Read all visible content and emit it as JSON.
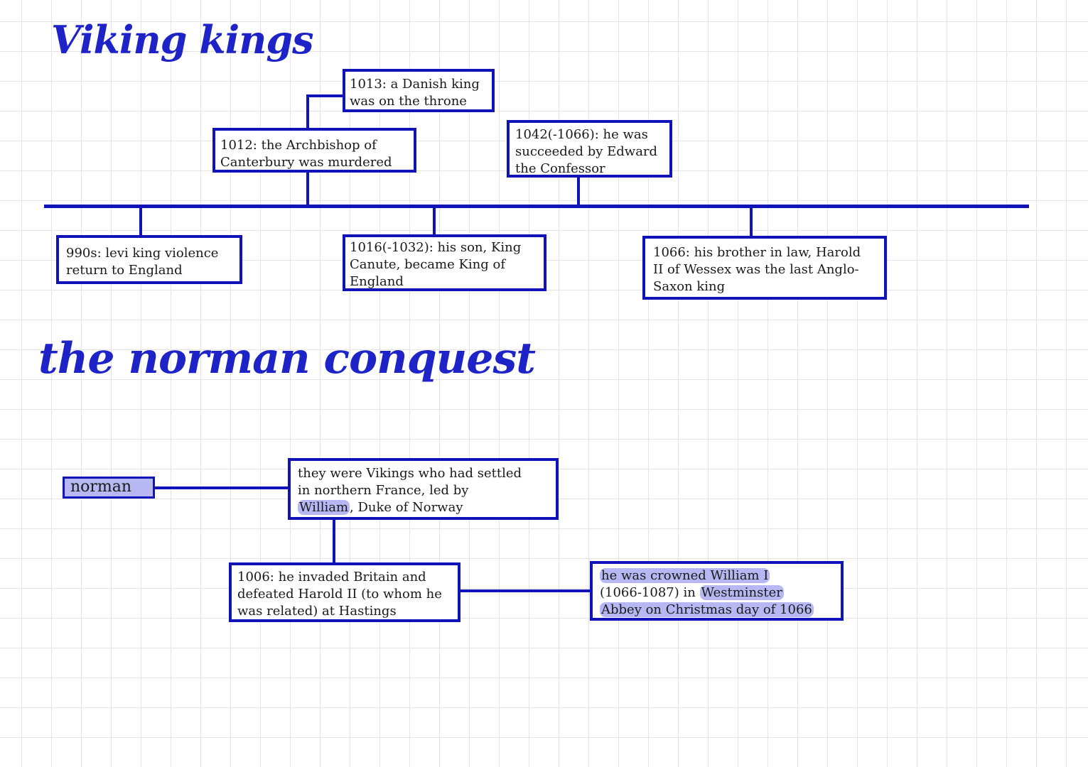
{
  "headings": {
    "viking": "Viking kings",
    "norman": "the norman conquest"
  },
  "timeline": {
    "e1013": "1013: a Danish king\nwas on the throne",
    "e1012": "1012: the Archbishop of\nCanterbury was murdered",
    "e1042": "1042(-1066): he was\nsucceeded by Edward\nthe Confessor",
    "e990": "990s: levi king violence\nreturn to England",
    "e1016": "1016(-1032): his son, King\nCanute, became King of\nEngland",
    "e1066": "1066: his brother in law, Harold\nII of Wessex was the last Anglo-\nSaxon king"
  },
  "conquest": {
    "norman_label": "norman",
    "vikings_line1": "they were Vikings who had settled",
    "vikings_line2": "in northern France, led by",
    "vikings_highlight": "William",
    "vikings_line3_rest": ", Duke of Norway",
    "invasion": "1006: he invaded Britain and\ndefeated Harold II (to whom he\nwas related) at Hastings",
    "crowned_1": "he was crowned William I",
    "crowned_2a": "(1066-1087) in ",
    "crowned_2b": "Westminster",
    "crowned_3": "Abbey on Christmas day of 1066"
  },
  "colors": {
    "ink": "#1014b8",
    "heading": "#1d23c7",
    "highlight": "#b7b8f3",
    "grid": "#e3e3e8"
  }
}
